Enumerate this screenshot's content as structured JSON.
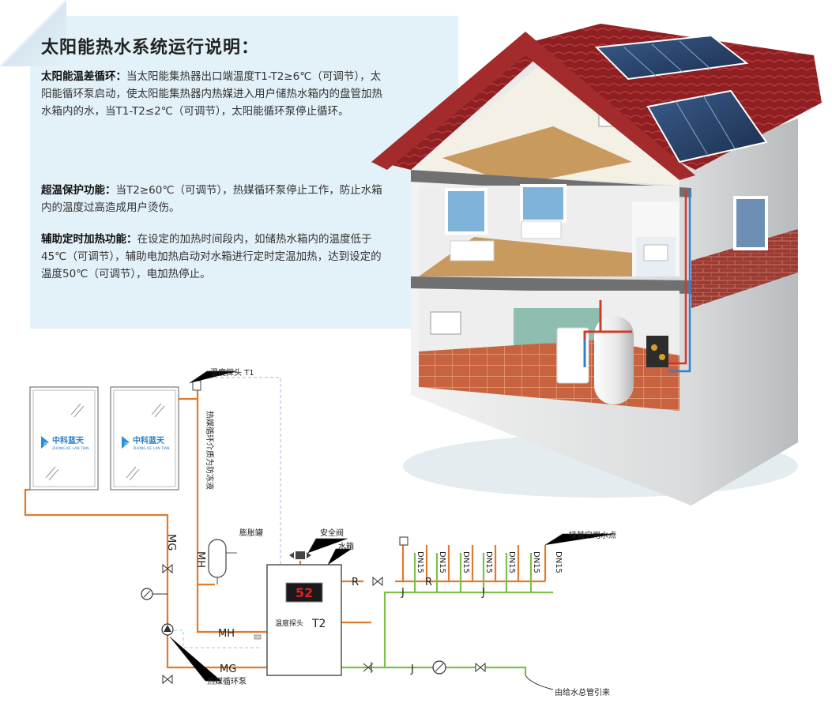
{
  "panel": {
    "title": "太阳能热水系统运行说明：",
    "sections": [
      {
        "heading": "太阳能温差循环：",
        "body": "当太阳能集热器出口端温度T1-T2≥6℃（可调节），太阳能循环泵启动，使太阳能集热器内热媒进入用户储热水箱内的盘管加热水箱内的水，当T1-T2≤2℃（可调节），太阳能循环泵停止循环。"
      },
      {
        "heading": "超温保护功能：",
        "body": "当T2≥60℃（可调节），热媒循环泵停止工作，防止水箱内的温度过高造成用户烫伤。"
      },
      {
        "heading": "辅助定时加热功能：",
        "body": "在设定的加热时间段内，如储热水箱内的温度低于45℃（可调节），辅助电加热启动对水箱进行定时定温加热，达到设定的温度50℃（可调节），电加热停止。"
      }
    ]
  },
  "diagram": {
    "collector_brand": "中科蓝天",
    "collector_brand_sub": "ZHONG KE LAN TIAN",
    "collector_logo": "ZKL",
    "sensor_t1": "温度探头 T1",
    "loop_fluid": "热媒循环介质为防冻液",
    "expansion_tank": "膨胀罐",
    "safety_valve": "安全阀",
    "water_tank": "水箱",
    "display_value": "52",
    "sensor_t2_label": "温度探头",
    "t2": "T2",
    "mg": "MG",
    "mh": "MH",
    "r": "R",
    "j": "J",
    "dn15": "DN15",
    "other_outlets": "接其它用水点",
    "circ_pump": "热媒循环泵",
    "water_supply": "由给水总管引来"
  },
  "colors": {
    "hot_pipe": "#e07b2a",
    "cold_pipe": "#7cc04a",
    "panel_bg": "#e3f1f8",
    "roof": "#8e1f22",
    "display": "#e02020"
  }
}
